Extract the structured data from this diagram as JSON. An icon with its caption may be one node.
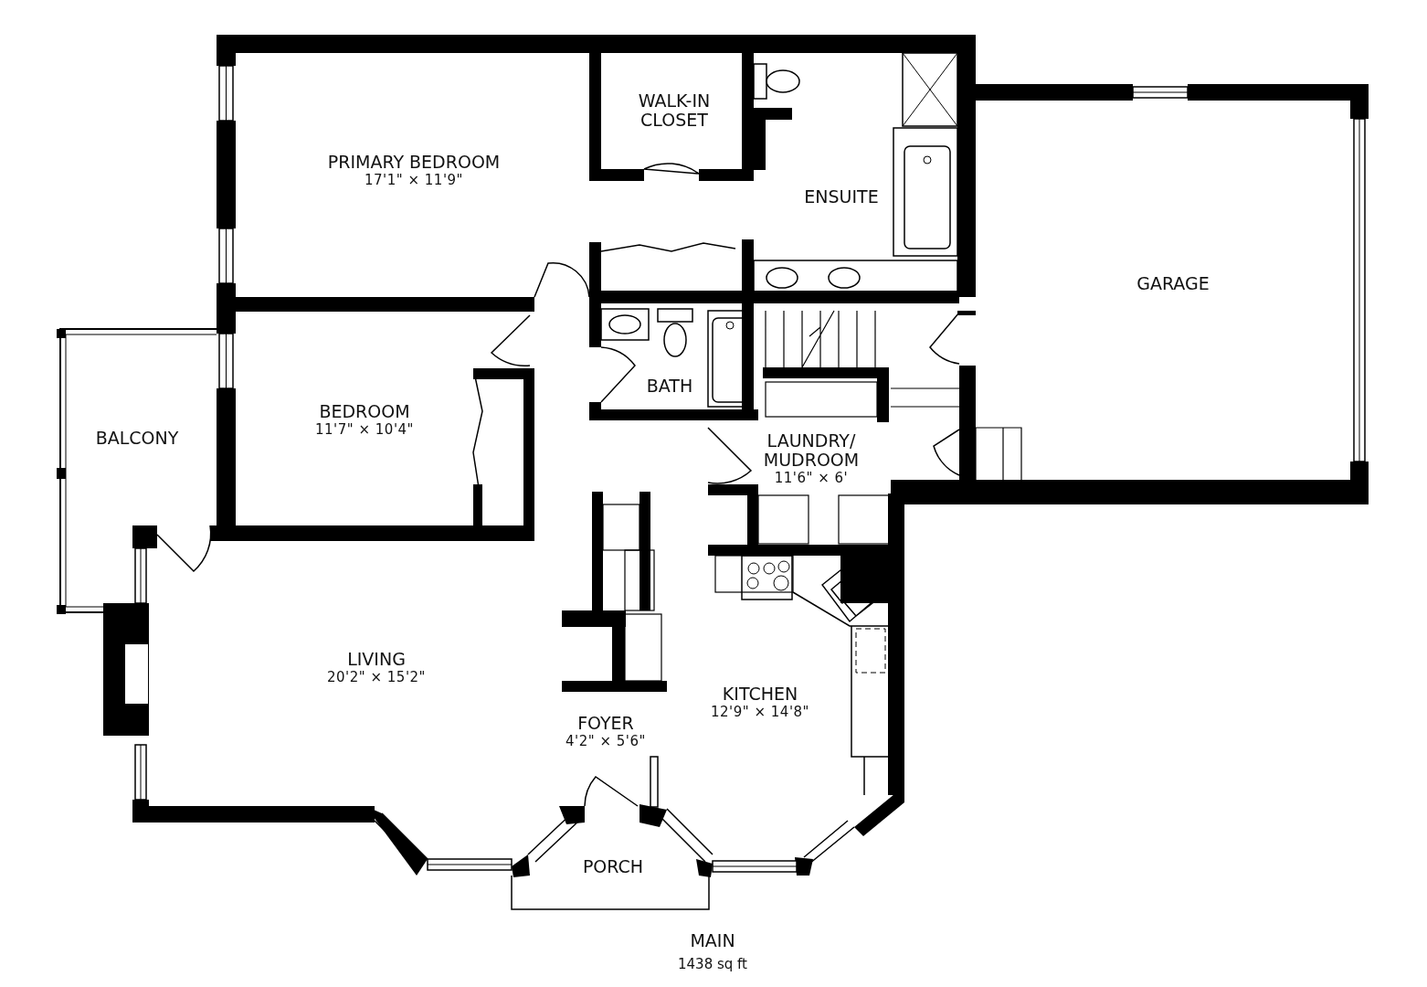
{
  "diagram": {
    "nodes": [
      {
        "text": [
          "PRIMARY BEDROOM",
          "17'1\" × 11'9\""
        ]
      },
      {
        "text": [
          "WALK-IN CLOSET"
        ]
      },
      {
        "text": [
          "ENSUITE"
        ]
      },
      {
        "text": [
          "GARAGE"
        ]
      },
      {
        "text": [
          "BEDROOM",
          "11'7\" × 10'4\""
        ]
      },
      {
        "text": [
          "BALCONY"
        ]
      },
      {
        "text": [
          "BATH"
        ]
      },
      {
        "text": [
          "LAUNDRY/ MUDROOM",
          "11'6\" × 6'"
        ]
      },
      {
        "text": [
          "LIVING",
          "20'2\" × 15'2\""
        ]
      },
      {
        "text": [
          "KITCHEN",
          "12'9\" × 14'8\""
        ]
      },
      {
        "text": [
          "FOYER",
          "4'2\" × 5'6\""
        ]
      },
      {
        "text": [
          "PORCH"
        ]
      }
    ],
    "labels": [
      "MAIN",
      "1438 sq ft"
    ]
  }
}
